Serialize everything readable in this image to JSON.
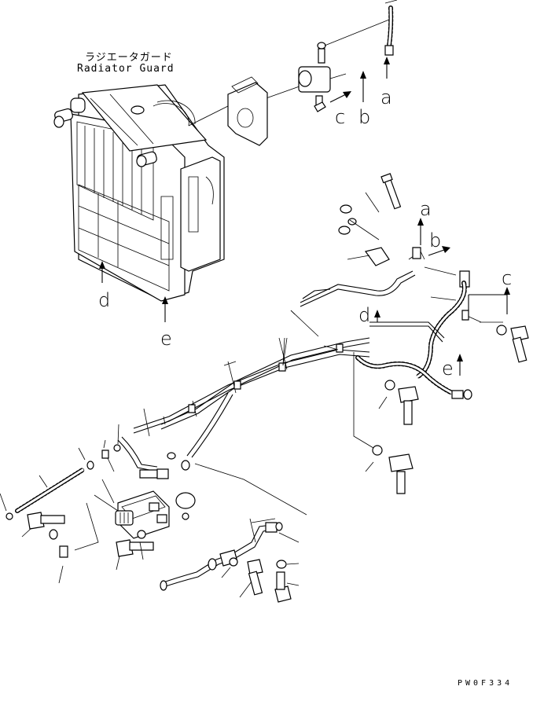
{
  "title": {
    "japanese": "ラジエータガード",
    "english": "Radiator Guard"
  },
  "figure_code": "PW0F334",
  "reference_letters": [
    "a",
    "b",
    "c",
    "d",
    "e"
  ],
  "callouts": {
    "top_a": "a",
    "top_b": "b",
    "top_c": "c",
    "guard_d": "d",
    "guard_e": "e",
    "mid_a": "a",
    "mid_b": "b",
    "mid_c": "c",
    "mid_d": "d",
    "mid_e": "e"
  }
}
